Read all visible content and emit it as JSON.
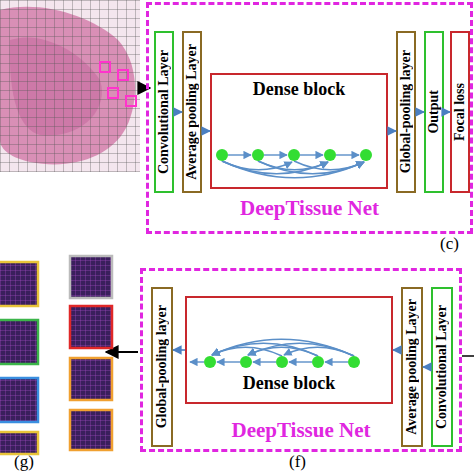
{
  "diagram": {
    "nodes": [
      {
        "text": [
          "DeepTissue Net"
        ]
      },
      {
        "text": [
          "Convolutional Layer"
        ],
        "in": 0
      },
      {
        "text": [
          "Average pooling Layer"
        ],
        "in": 0
      },
      {
        "text": [
          "Dense block"
        ],
        "in": 0
      },
      {
        "text": [
          "Global-pooling layer"
        ],
        "in": 0
      },
      {
        "text": [
          "Output"
        ],
        "in": 0
      },
      {
        "text": [
          "Focal loss"
        ],
        "in": 0
      },
      {
        "text": [
          "DeepTissue Net"
        ]
      },
      {
        "text": [
          "Global-pooling layer"
        ],
        "in": 7
      },
      {
        "text": [
          "Dense block"
        ],
        "in": 7
      },
      {
        "text": [
          "Average pooling Layer"
        ],
        "in": 7
      },
      {
        "text": [
          "Convolutional Layer"
        ],
        "in": 7
      }
    ],
    "edges": [
      {
        "from": 1,
        "to": 2,
        "arrow": "to"
      },
      {
        "from": 2,
        "to": 3,
        "arrow": "to"
      },
      {
        "from": 3,
        "to": 4,
        "arrow": "to"
      },
      {
        "from": 4,
        "to": 5,
        "arrow": "to"
      },
      {
        "from": 5,
        "to": 6,
        "arrow": "to"
      },
      {
        "from": 11,
        "to": 10,
        "arrow": "to"
      },
      {
        "from": 10,
        "to": 9,
        "arrow": "to"
      },
      {
        "from": 9,
        "to": 8,
        "arrow": "to"
      }
    ],
    "labels": [
      "(c)",
      "(f)",
      "(g)"
    ]
  }
}
